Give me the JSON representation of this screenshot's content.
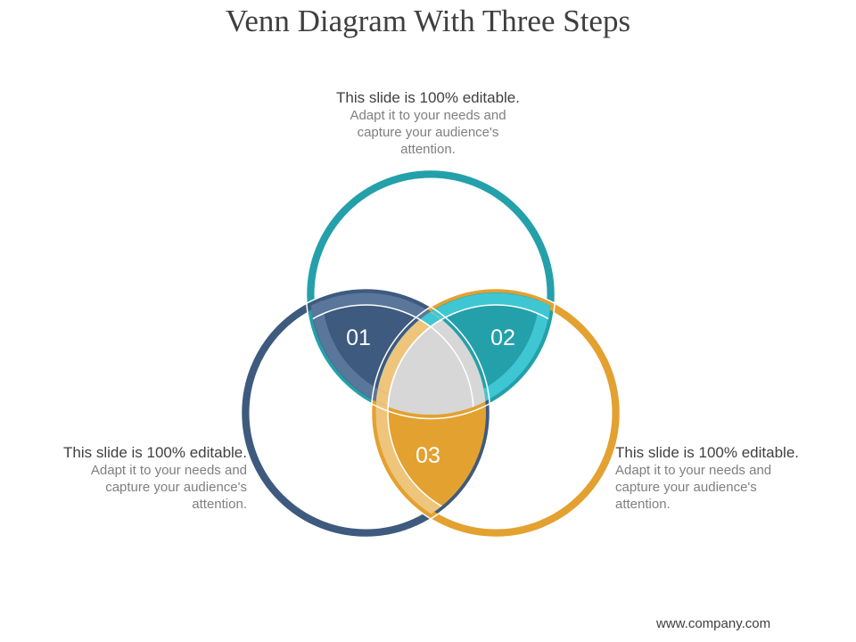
{
  "slide": {
    "title": "Venn Diagram With Three Steps",
    "footer": "www.company.com"
  },
  "colors": {
    "teal": "#24a0aa",
    "cyan": "#3ec7d3",
    "navy": "#3e5a7e",
    "navy_light": "#5a769a",
    "orange": "#e3a130",
    "orange_light": "#eec57a",
    "center": "#d7d7d7"
  },
  "steps": [
    {
      "number": "01",
      "color": "#3e5a7e"
    },
    {
      "number": "02",
      "color": "#24a0aa"
    },
    {
      "number": "03",
      "color": "#e3a130"
    }
  ],
  "text_blocks": {
    "top": {
      "heading": "This slide is 100% editable.",
      "body": "Adapt it to your needs and capture your audience's attention."
    },
    "left": {
      "heading": "This slide is 100% editable.",
      "body": "Adapt it to your needs and capture your audience's attention."
    },
    "right": {
      "heading": "This slide is 100% editable.",
      "body": "Adapt it to your needs and capture your audience's attention."
    }
  }
}
